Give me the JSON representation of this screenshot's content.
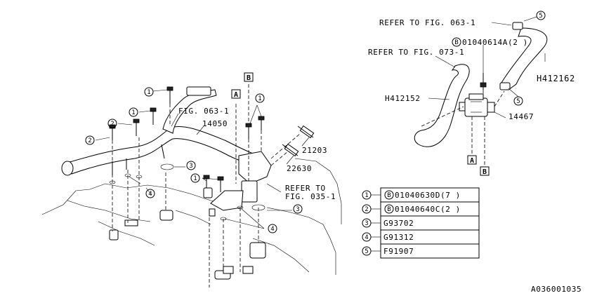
{
  "callouts": {
    "refer_063_top": "REFER TO FIG. 063-1",
    "bolt_ref": "01040614A(2 )",
    "refer_073": "REFER TO FIG. 073-1",
    "hose_right": "H412162",
    "hose_left": "H412152",
    "valve": "14467",
    "fig_063": "FIG. 063-1",
    "pipe": "14050",
    "sensor_1": "21203",
    "sensor_2": "22630",
    "refer_035_a": "REFER TO",
    "refer_035_b": "FIG. 035-1",
    "box_a": "A",
    "box_b": "B",
    "circ_b": "B"
  },
  "circled_numbers": [
    "1",
    "2",
    "3",
    "4",
    "5"
  ],
  "legend": [
    {
      "num": "1",
      "prefix": "B",
      "part": "01040630D(7 )"
    },
    {
      "num": "2",
      "prefix": "B",
      "part": "01040640C(2 )"
    },
    {
      "num": "3",
      "prefix": "",
      "part": "G93702"
    },
    {
      "num": "4",
      "prefix": "",
      "part": "G91312"
    },
    {
      "num": "5",
      "prefix": "",
      "part": "F91907"
    }
  ],
  "diagram_id": "A036001035"
}
